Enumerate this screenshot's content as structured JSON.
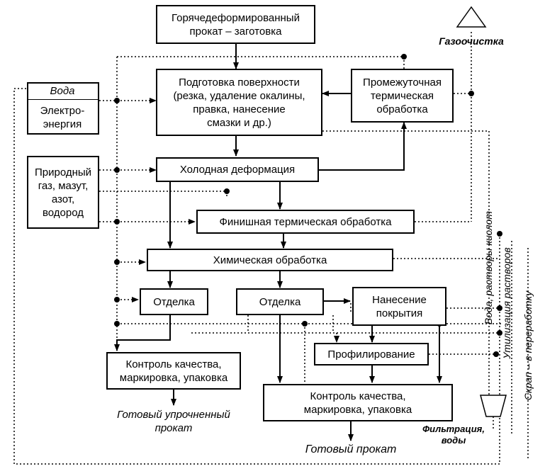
{
  "boxes": {
    "hot_rolled": "Горячедеформированный\nпрокат – заготовка",
    "surface_prep": "Подготовка поверхности\n(резка, удаление окалины,\nправка, нанесение\nсмазки и др.)",
    "intermediate_heat": "Промежуточная\nтермическая\nобработка",
    "cold_deformation": "Холодная деформация",
    "finish_heat": "Финишная термическая обработка",
    "chemical": "Химическая обработка",
    "finishing_left": "Отделка",
    "finishing_mid": "Отделка",
    "coating": "Нанесение\nпокрытия",
    "profiling": "Профилирование",
    "qc_left": "Контроль качества,\nмаркировка, упаковка",
    "qc_right": "Контроль качества,\nмаркировка, упаковка",
    "natural_gas": "Природный\nгаз, мазут,\nазот,\nводород"
  },
  "resources": {
    "water": "Вода",
    "electricity": "Электро-\nэнергия"
  },
  "labels": {
    "gas_cleaning": "Газоочистка",
    "finished_strengthened": "Готовый упрочненный\nпрокат",
    "finished": "Готовый прокат",
    "filtration": "Фильтрация,\nводы",
    "acid_water": "Вода, растворы кислот",
    "solution_disposal": "Утилизация растворов",
    "scrap": "Скрап – в переработку"
  }
}
